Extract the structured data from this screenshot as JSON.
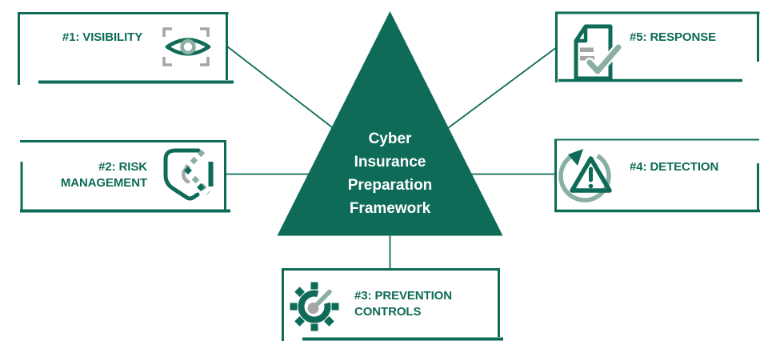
{
  "triangle": {
    "title": "Cyber Insurance Preparation Framework",
    "title_lines": [
      "Cyber",
      "Insurance",
      "Preparation",
      "Framework"
    ]
  },
  "nodes": [
    {
      "label": "#1: VISIBILITY",
      "label_lines": [
        "#1: VISIBILITY"
      ],
      "icon": "eye-viewfinder-icon"
    },
    {
      "label": "#2: RISK MANAGEMENT",
      "label_lines": [
        "#2: RISK",
        "MANAGEMENT"
      ],
      "icon": "shield-risk-icon"
    },
    {
      "label": "#3: PREVENTION CONTROLS",
      "label_lines": [
        "#3: PREVENTION",
        "CONTROLS"
      ],
      "icon": "gear-dial-icon"
    },
    {
      "label": "#4: DETECTION",
      "label_lines": [
        "#4: DETECTION"
      ],
      "icon": "warning-cycle-icon"
    },
    {
      "label": "#5: RESPONSE",
      "label_lines": [
        "#5: RESPONSE"
      ],
      "icon": "document-check-icon"
    }
  ],
  "colors": {
    "primary": "#0e6b57",
    "sage": "#8ab0a2",
    "grey": "#a6a6a6",
    "triangle_text": "#ffffff",
    "background": "#ffffff"
  }
}
